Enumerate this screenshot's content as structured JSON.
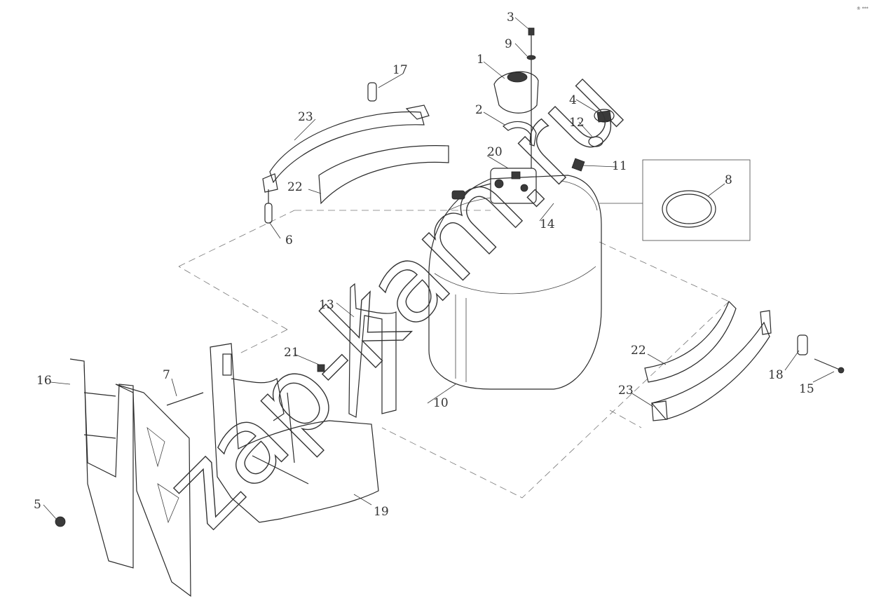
{
  "diagram": {
    "watermark": "zap-kam.ru",
    "corner_mark": "® ***",
    "callouts": [
      {
        "id": "c1",
        "label": "1"
      },
      {
        "id": "c2",
        "label": "2"
      },
      {
        "id": "c3",
        "label": "3"
      },
      {
        "id": "c4",
        "label": "4"
      },
      {
        "id": "c5",
        "label": "5"
      },
      {
        "id": "c6",
        "label": "6"
      },
      {
        "id": "c7",
        "label": "7"
      },
      {
        "id": "c8",
        "label": "8"
      },
      {
        "id": "c9",
        "label": "9"
      },
      {
        "id": "c10",
        "label": "10"
      },
      {
        "id": "c11",
        "label": "11"
      },
      {
        "id": "c12",
        "label": "12"
      },
      {
        "id": "c13",
        "label": "13"
      },
      {
        "id": "c14",
        "label": "14"
      },
      {
        "id": "c15",
        "label": "15"
      },
      {
        "id": "c16",
        "label": "16"
      },
      {
        "id": "c17",
        "label": "17"
      },
      {
        "id": "c18",
        "label": "18"
      },
      {
        "id": "c19",
        "label": "19"
      },
      {
        "id": "c20",
        "label": "20"
      },
      {
        "id": "c21",
        "label": "21"
      },
      {
        "id": "c22a",
        "label": "22"
      },
      {
        "id": "c22b",
        "label": "22"
      },
      {
        "id": "c23a",
        "label": "23"
      },
      {
        "id": "c23b",
        "label": "23"
      }
    ]
  }
}
